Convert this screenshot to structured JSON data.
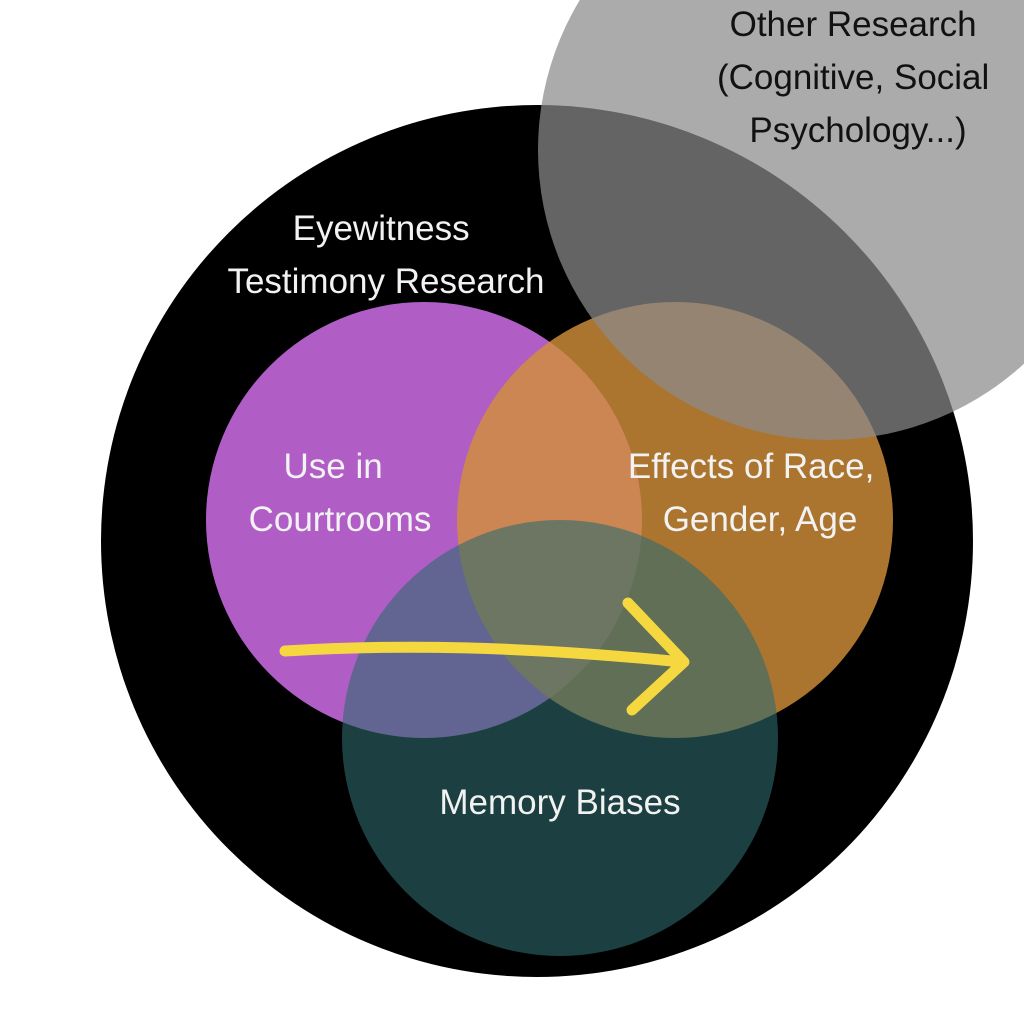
{
  "diagram": {
    "outer_circle": {
      "label_lines": [
        "Eyewitness",
        "Testimony Research"
      ],
      "color": "#000000"
    },
    "other_research": {
      "label_lines": [
        "Other Research",
        "(Cognitive, Social",
        "Psychology...)"
      ],
      "color": "#8a8a8a"
    },
    "courtrooms": {
      "label_lines": [
        "Use in",
        "Courtrooms"
      ],
      "color": "#b05ec6"
    },
    "race_gender_age": {
      "label_lines": [
        "Effects of Race,",
        "Gender, Age"
      ],
      "color": "#d18f3a"
    },
    "memory_biases": {
      "label_lines": [
        "Memory Biases"
      ],
      "color": "#2e6b6e"
    },
    "arrow": {
      "color": "#f5d840",
      "direction": "right"
    },
    "text_color_light": "#f2f2f2",
    "text_color_dark": "#111111"
  }
}
